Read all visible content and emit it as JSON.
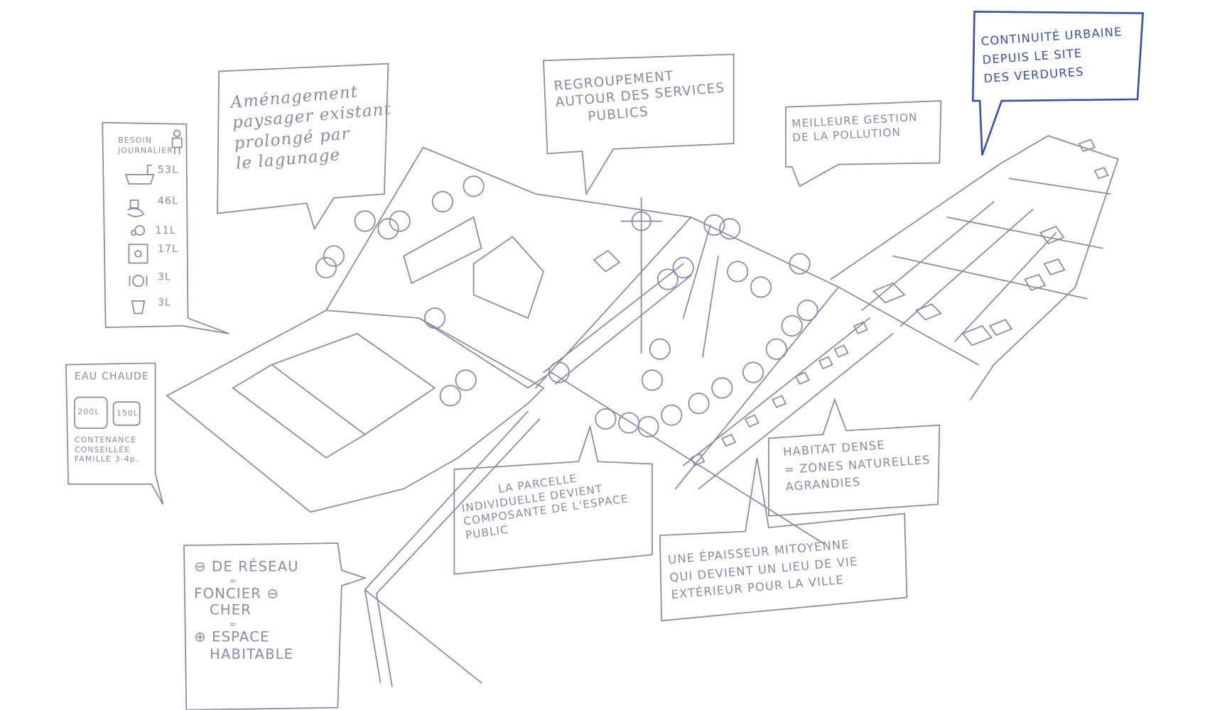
{
  "colors": {
    "pencil": "#8a8aa6",
    "blue_ink": "#3c4fa8"
  },
  "notes": {
    "lagunage": {
      "lines": [
        "Aménagement",
        "paysager existant",
        "prolongé par",
        "le lagunage"
      ]
    },
    "services": {
      "lines": [
        "REGROUPEMENT",
        "AUTOUR DES SERVICES",
        "PUBLICS"
      ]
    },
    "pollution": {
      "lines": [
        "MEILLEURE GESTION",
        "DE LA POLLUTION"
      ]
    },
    "continuite": {
      "lines": [
        "CONTINUITÉ URBAINE",
        "DEPUIS LE SITE",
        "DES VERDURES"
      ]
    },
    "besoin": {
      "title": [
        "BESOIN",
        "JOURNALIER"
      ],
      "items": [
        {
          "icon": "bathtub-icon",
          "value": "53L"
        },
        {
          "icon": "toilet-icon",
          "value": "46L"
        },
        {
          "icon": "flower-water-icon",
          "value": "11L"
        },
        {
          "icon": "washing-machine-icon",
          "value": "17L"
        },
        {
          "icon": "dishes-icon",
          "value": "3L"
        },
        {
          "icon": "bucket-icon",
          "value": "3L"
        }
      ]
    },
    "eau_chaude": {
      "title": "EAU CHAUDE",
      "tanks": [
        "200L",
        "150L"
      ],
      "caption": [
        "CONTENANCE",
        "CONSEILLÉE",
        "FAMILLE 3-4p."
      ]
    },
    "parcelle": {
      "lines": [
        "LA PARCELLE",
        "INDIVIDUELLE DEVIENT",
        "COMPOSANTE DE L'ESPACE",
        "PUBLIC"
      ]
    },
    "habitat": {
      "lines": [
        "HABITAT DENSE",
        "= ZONES NATURELLES",
        "AGRANDIES"
      ]
    },
    "epaisseur": {
      "lines": [
        "UNE ÉPAISSEUR MITOYENNE",
        "QUI DEVIENT UN LIEU DE VIE",
        "EXTÉRIEUR POUR LA VILLE"
      ]
    },
    "reseau": {
      "lines": [
        "⊖ DE RÉSEAU",
        "=",
        "FONCIER ⊖",
        "CHER",
        "=",
        "⊕ ESPACE",
        "HABITABLE"
      ]
    }
  }
}
